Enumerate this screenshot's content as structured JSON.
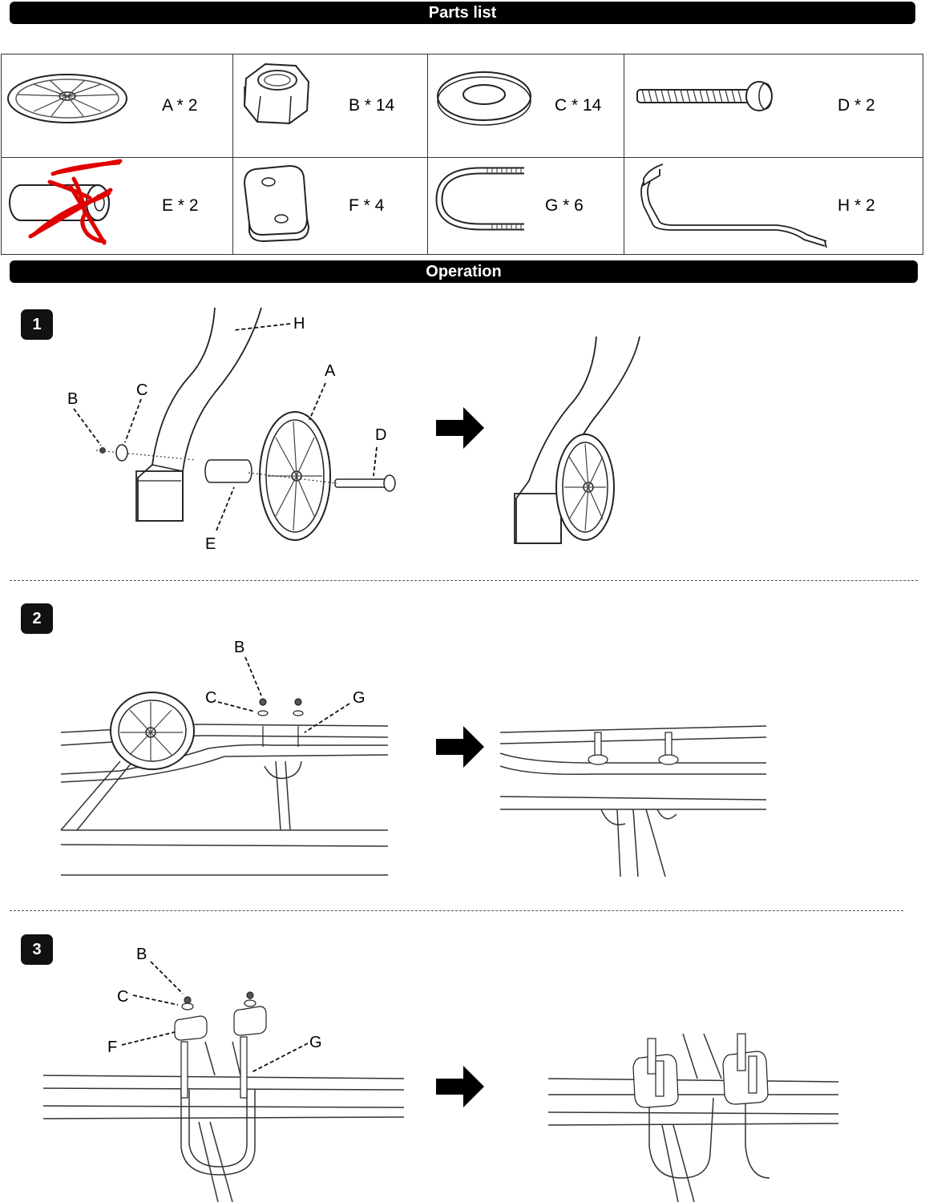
{
  "header": {
    "parts_title": "Parts list",
    "operation_title": "Operation"
  },
  "parts": [
    {
      "id": "A",
      "label": "A * 2",
      "icon": "wheel-icon"
    },
    {
      "id": "B",
      "label": "B * 14",
      "icon": "hex-nut-icon"
    },
    {
      "id": "C",
      "label": "C * 14",
      "icon": "washer-icon"
    },
    {
      "id": "D",
      "label": "D * 2",
      "icon": "bolt-icon"
    },
    {
      "id": "E",
      "label": "E * 2",
      "icon": "spacer-tube-icon",
      "crossed_out": true
    },
    {
      "id": "F",
      "label": "F * 4",
      "icon": "plate-icon"
    },
    {
      "id": "G",
      "label": "G * 6",
      "icon": "u-bolt-icon"
    },
    {
      "id": "H",
      "label": "H * 2",
      "icon": "bent-leg-icon"
    }
  ],
  "steps": [
    {
      "number": "1",
      "callouts": [
        "H",
        "A",
        "B",
        "C",
        "D",
        "E"
      ]
    },
    {
      "number": "2",
      "callouts": [
        "B",
        "C",
        "G"
      ]
    },
    {
      "number": "3",
      "callouts": [
        "B",
        "C",
        "F",
        "G"
      ]
    }
  ],
  "colors": {
    "bar": "#000000",
    "cross_out": "#e00000"
  }
}
